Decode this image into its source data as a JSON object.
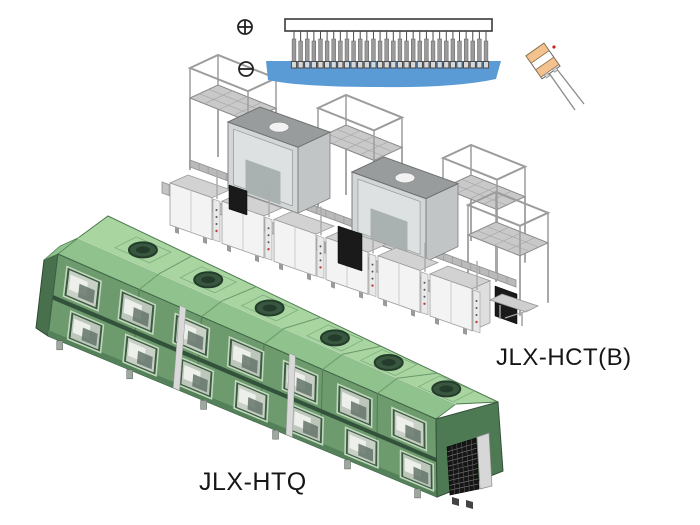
{
  "background_color": "#ffffff",
  "illustration": {
    "process_diagram": {
      "anode_icon": "circle-plus-icon",
      "cathode_icon": "circle-minus-icon",
      "anode_symbol": "⊕",
      "cathode_symbol": "⊖",
      "carrier_bar_color": "#ffffff",
      "carrier_bar_border": "#3a3a3a",
      "pin_count": 30,
      "pin_body_color": "#9a9a9a",
      "pin_tip_color": "#d8d8d8",
      "tray_color": "#5b9bd5"
    },
    "component": {
      "type": "radial-capacitor",
      "body_band_color": "#f4c28e",
      "body_fill_color": "#ffffff",
      "lead_color": "#8f8f8f",
      "marker_dot_color": "#cc2222"
    },
    "machines": {
      "hct": {
        "label": "JLX-HCT(B)",
        "style": "open-frame multi-station line",
        "station_count": 6,
        "hood_vent_count": 2,
        "tower_count": 4,
        "body_color": "#f3f3f3",
        "frame_color": "#c9c9c9",
        "hood_top_color": "#989c9d",
        "opening_color": "#1a1a1a"
      },
      "htq": {
        "label": "JLX-HTQ",
        "style": "enclosed tunnel line",
        "roof_vent_count": 6,
        "upper_window_count": 7,
        "lower_window_count": 7,
        "roof_color": "#a8d5a0",
        "roof_bevel_color": "#8fc28c",
        "side_color": "#6d9b6e",
        "end_color": "#4d7a53",
        "rail_color": "#33523c",
        "grid_color": "#151515"
      }
    }
  }
}
